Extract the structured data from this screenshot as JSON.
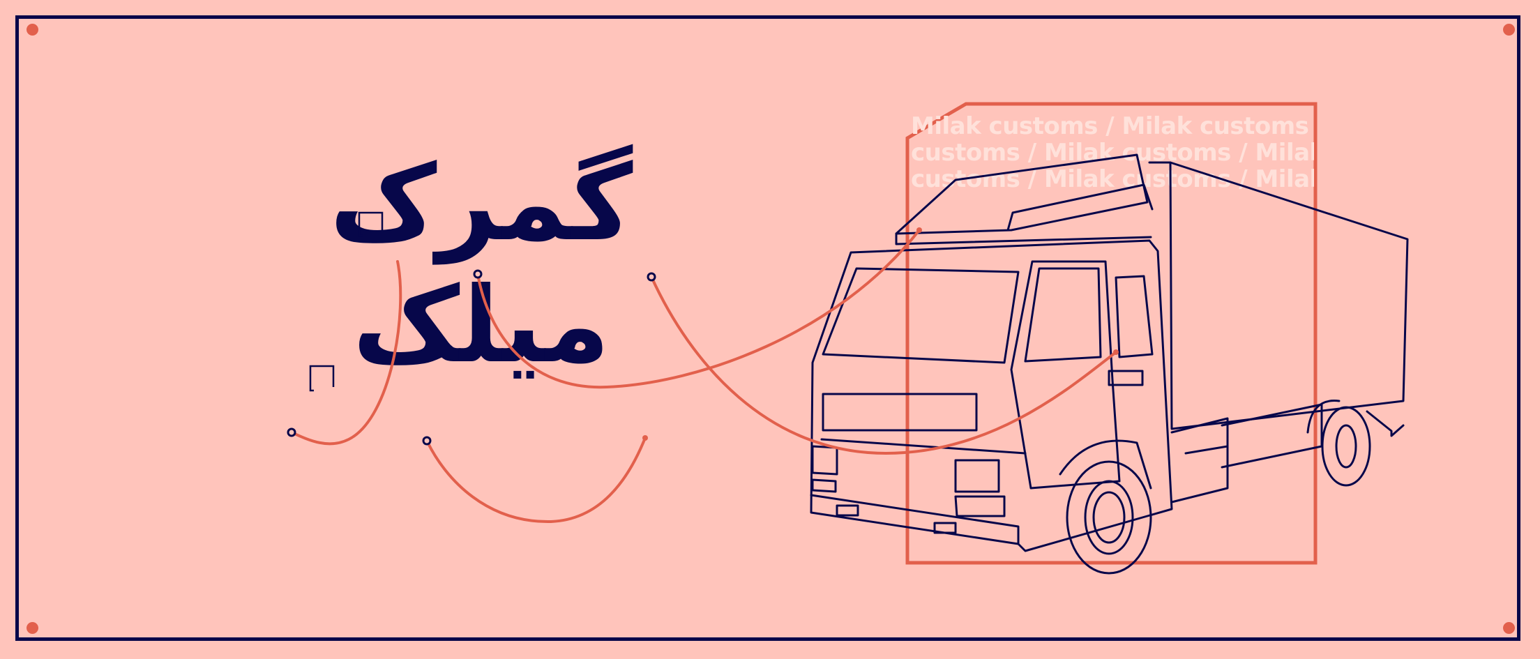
{
  "colors": {
    "background": "#ffc4bb",
    "navy": "#07074a",
    "accent": "#e2604c",
    "watermark_text": "#ffe1da"
  },
  "title_arabic": {
    "line1": "گمرک",
    "line2": "میلک"
  },
  "watermark": {
    "line1": "Milak customs / Milak customs /",
    "line2": "customs / Milak customs / Milak",
    "line3": "customs / Milak customs / Milak customs"
  },
  "illustration": {
    "subject": "truck-line-drawing",
    "connectors": "orange-curved-wires"
  }
}
